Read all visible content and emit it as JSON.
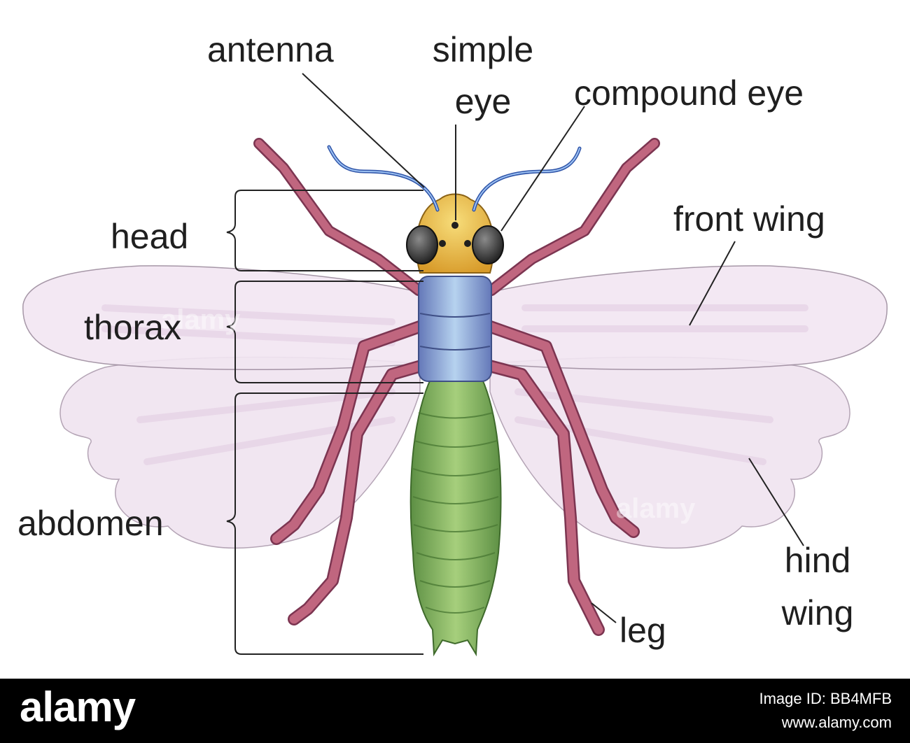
{
  "labels": {
    "antenna": "antenna",
    "simple_eye": [
      "simple",
      "eye"
    ],
    "compound_eye": "compound eye",
    "head": "head",
    "thorax": "thorax",
    "abdomen": "abdomen",
    "front_wing": "front wing",
    "hind_wing": [
      "hind",
      "wing"
    ],
    "leg": "leg"
  },
  "watermark": "alamy",
  "footer": {
    "brand": "alamy",
    "image_id": "Image ID: BB4MFB",
    "site": "www.alamy.com"
  },
  "colors": {
    "head": "#e6b63a",
    "thorax": "#8fb2dd",
    "abdomen": "#7aa95a",
    "legs": "#b55a78",
    "wings": "#ecdcec",
    "antenna": "#5a86d6",
    "eyes": "#2e2e2e"
  }
}
